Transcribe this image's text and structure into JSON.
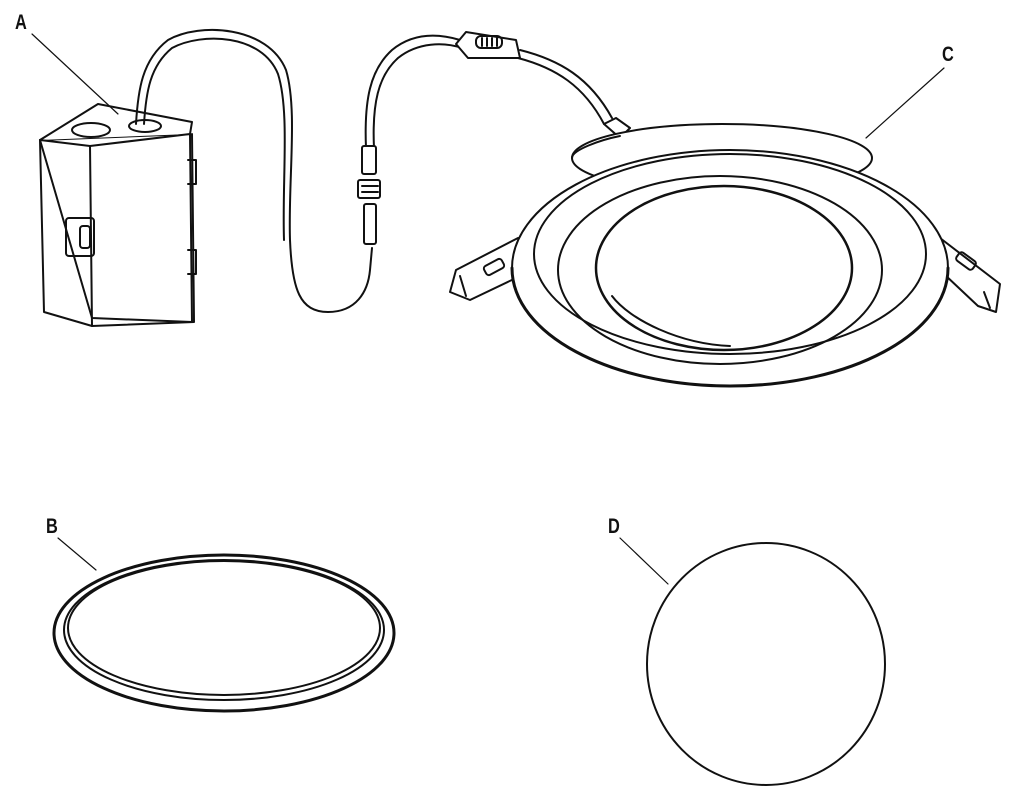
{
  "figure": {
    "parts": [
      {
        "key": "a",
        "label": "A",
        "item": "junction-box"
      },
      {
        "key": "b",
        "label": "B",
        "item": "trim-ring"
      },
      {
        "key": "c",
        "label": "C",
        "item": "recessed-light-fixture"
      },
      {
        "key": "d",
        "label": "D",
        "item": "round-lens-cover"
      }
    ],
    "labels": {
      "a": "A",
      "b": "B",
      "c": "C",
      "d": "D"
    },
    "line_color": "#111111",
    "background": "#ffffff"
  }
}
